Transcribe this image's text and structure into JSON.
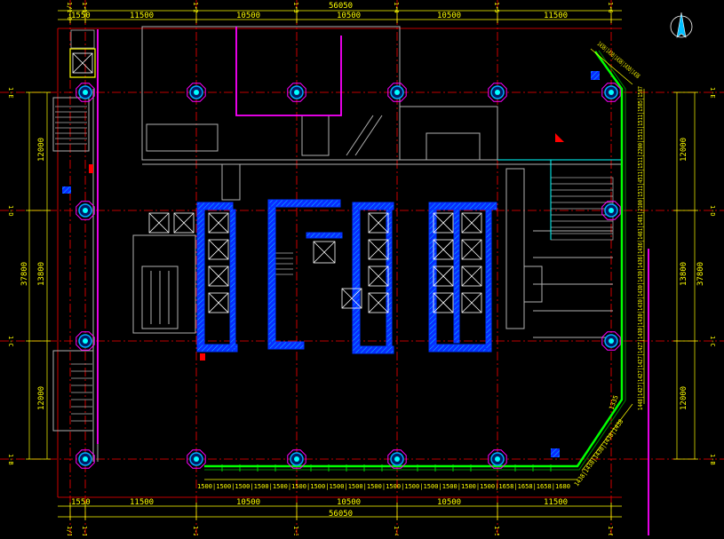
{
  "colors": {
    "background": "#000000",
    "axis_line": "#ff0000",
    "dimension": "#ffff00",
    "wall": "#b0b0b0",
    "core": "#0033ff",
    "curtain_wall": "#00ff00",
    "partition": "#ff00ff",
    "column": "#00aaff"
  },
  "dimensions": {
    "top_total": "56050",
    "top_segments": [
      "1550",
      "11500",
      "10500",
      "10500",
      "10500",
      "11500"
    ],
    "bottom_total": "56050",
    "bottom_segments": [
      "1550",
      "11500",
      "10500",
      "10500",
      "10500",
      "11500"
    ],
    "left_outer": "37800",
    "left_inner": "13800",
    "left_top": "12000",
    "left_bottom": "12000",
    "right_outer": "37800",
    "right_inner": "13800",
    "right_top": "12000",
    "right_bottom": "12000",
    "bottom_facade_strip": "1500|1500|1500|1500|1500|1500|1500|1500|1500|1500|1500|1500|1500|1500|1500|1500|1658|1658|1658|1680",
    "right_facade_strip": "1448|1427|1427|1427|1427|1430|1430|1430|1430|1430|1436|1436|1461|1481|2100|1511|4511|1511|2200|1511|1511|1585|1587",
    "diagonal_lower": "1438|1438|1438|1438|1438",
    "diagonal_upper": "1438|1438|1438|1438|1438",
    "corner_label": "1335"
  },
  "axis_labels": {
    "top": [
      "1/1-0",
      "1-1",
      "1-2",
      "1-3",
      "1-4",
      "1-5",
      "1-6"
    ],
    "bottom": [
      "1/1-0",
      "1-1",
      "1-2",
      "1-3",
      "1-4",
      "1-5",
      "1-6"
    ],
    "left": [
      "1-E",
      "1-D",
      "1-C",
      "1-B"
    ],
    "right": [
      "1-E",
      "1-D",
      "1-C",
      "1-B"
    ]
  },
  "icons": {
    "north_arrow": "north-arrow-icon"
  }
}
